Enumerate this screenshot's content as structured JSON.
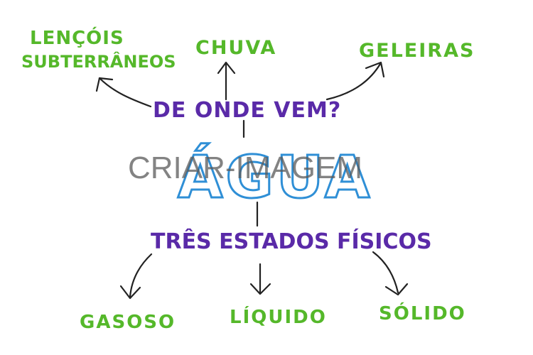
{
  "center": {
    "title": "ÁGUA"
  },
  "top_question": "DE ONDE VEM?",
  "top_nodes": {
    "left_line1": "LENÇÓIS",
    "left_line2": "SUBTERRÂNEOS",
    "middle": "CHUVA",
    "right": "GELEIRAS"
  },
  "bottom_heading": "TRÊS ESTADOS FÍSICOS",
  "bottom_nodes": {
    "left": "GASOSO",
    "middle": "LÍQUIDO",
    "right": "SÓLIDO"
  },
  "watermark": "CRIAR-IMAGEM",
  "colors": {
    "green": "#55b82a",
    "purple": "#5a2aa8",
    "blue": "#2f8fd6",
    "arrow": "#222222"
  }
}
